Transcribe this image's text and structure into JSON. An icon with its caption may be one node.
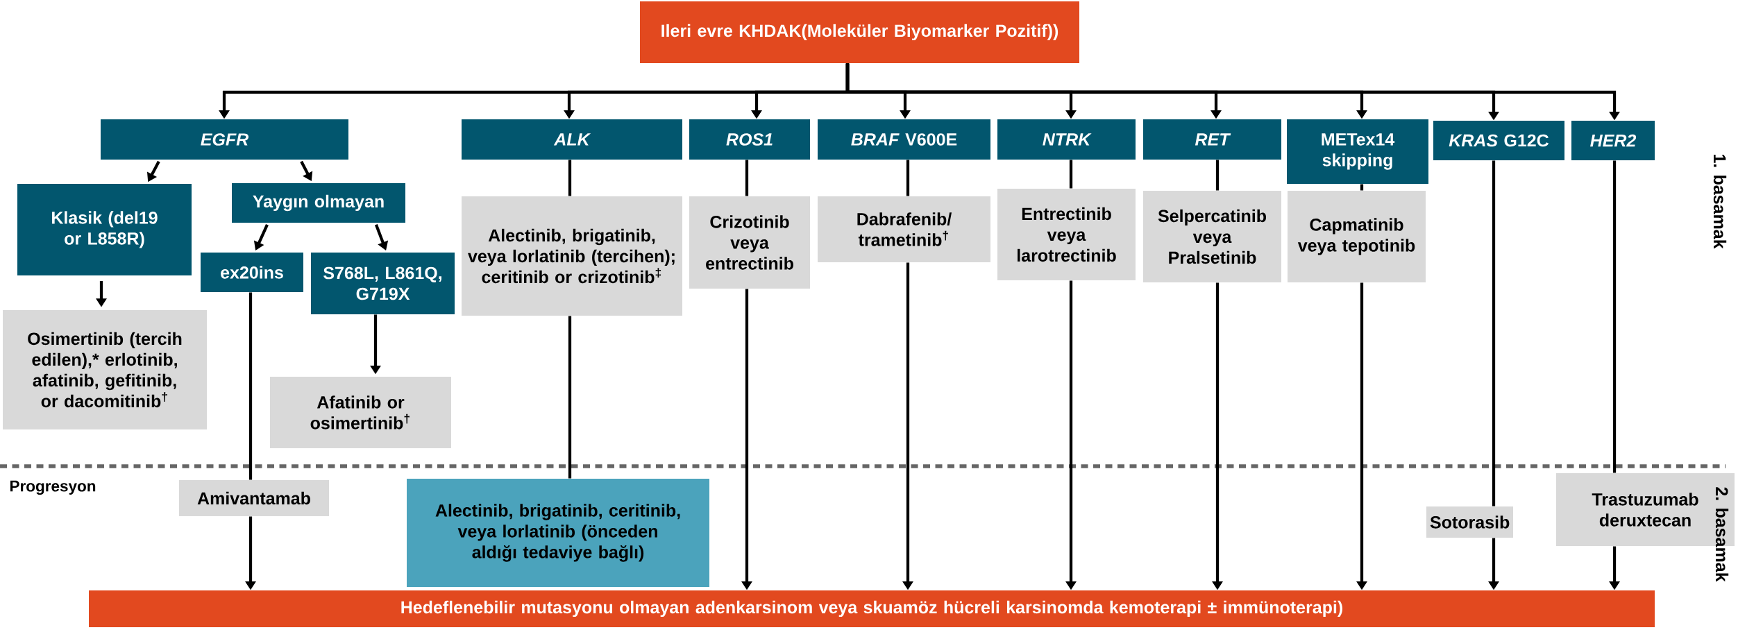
{
  "diagram": {
    "nodes": [
      {
        "text": [
          "Ileri evre KHDAK(Moleküler Biyomarker Pozitif))"
        ]
      },
      {
        "text": [
          "EGFR"
        ]
      },
      {
        "text": [
          "ALK"
        ]
      },
      {
        "text": [
          "ROS1"
        ]
      },
      {
        "text": [
          "*BRAF* V600E"
        ]
      },
      {
        "text": [
          "NTRK"
        ]
      },
      {
        "text": [
          "RET"
        ]
      },
      {
        "text": [
          "METex14 skipping"
        ]
      },
      {
        "text": [
          "*KRAS* G12C"
        ]
      },
      {
        "text": [
          "HER2"
        ]
      },
      {
        "text": [
          "Klasik (del19 or L858R)"
        ]
      },
      {
        "text": [
          "Yaygın olmayan"
        ]
      },
      {
        "text": [
          "ex20ins"
        ]
      },
      {
        "text": [
          "S768L, L861Q, G719X"
        ]
      },
      {
        "text": [
          "Osimertinib (tercih edilen),* erlotinib, afatinib, gefitinib, or dacomitinib$^{†}$"
        ]
      },
      {
        "text": [
          "Afatinib or osimertinib$^{†}$"
        ]
      },
      {
        "text": [
          "Alectinib, brigatinib, veya lorlatinib (tercihen); ceritinib or crizotinib$^{‡}$"
        ]
      },
      {
        "text": [
          "Crizotinib veya entrectinib"
        ]
      },
      {
        "text": [
          "Dabrafenib/ trametinib$^{†}$"
        ]
      },
      {
        "text": [
          "Entrectinib veya larotrectinib"
        ]
      },
      {
        "text": [
          "Selpercatinib veya Pralsetinib"
        ]
      },
      {
        "text": [
          "Capmatinib veya tepotinib"
        ]
      },
      {
        "text": [
          "Amivantamab"
        ]
      },
      {
        "text": [
          "Alectinib, brigatinib, ceritinib, veya lorlatinib (önceden aldığı tedaviye bağlı)"
        ]
      },
      {
        "text": [
          "Sotorasib"
        ]
      },
      {
        "text": [
          "Trastuzumab deruxtecan"
        ]
      },
      {
        "text": [
          "Hedeflenebilir mutasyonu olmayan adenkarsinom veya skuamöz hücreli karsinomda kemoterapi ± immünoterapi)"
        ]
      }
    ],
    "edges": [
      {
        "from": 0,
        "to": 1,
        "arrow": "to"
      },
      {
        "from": 0,
        "to": 2,
        "arrow": "to"
      },
      {
        "from": 0,
        "to": 3,
        "arrow": "to"
      },
      {
        "from": 0,
        "to": 4,
        "arrow": "to"
      },
      {
        "from": 0,
        "to": 5,
        "arrow": "to"
      },
      {
        "from": 0,
        "to": 6,
        "arrow": "to"
      },
      {
        "from": 0,
        "to": 7,
        "arrow": "to"
      },
      {
        "from": 0,
        "to": 8,
        "arrow": "to"
      },
      {
        "from": 0,
        "to": 9,
        "arrow": "to"
      },
      {
        "from": 1,
        "to": 10,
        "arrow": "to"
      },
      {
        "from": 1,
        "to": 11,
        "arrow": "to"
      },
      {
        "from": 11,
        "to": 12,
        "arrow": "to"
      },
      {
        "from": 11,
        "to": 13,
        "arrow": "to"
      },
      {
        "from": 10,
        "to": 14,
        "arrow": "to"
      },
      {
        "from": 13,
        "to": 15,
        "arrow": "to"
      },
      {
        "from": 2,
        "to": 16,
        "arrow": "none"
      },
      {
        "from": 16,
        "to": 23,
        "arrow": "none"
      },
      {
        "from": 3,
        "to": 17,
        "arrow": "none"
      },
      {
        "from": 17,
        "to": 26,
        "arrow": "to"
      },
      {
        "from": 12,
        "to": 22,
        "arrow": "none"
      },
      {
        "from": 22,
        "to": 26,
        "arrow": "to"
      },
      {
        "from": 4,
        "to": 18,
        "arrow": "none"
      },
      {
        "from": 18,
        "to": 26,
        "arrow": "to"
      },
      {
        "from": 5,
        "to": 19,
        "arrow": "none"
      },
      {
        "from": 19,
        "to": 26,
        "arrow": "to"
      },
      {
        "from": 6,
        "to": 20,
        "arrow": "none"
      },
      {
        "from": 20,
        "to": 26,
        "arrow": "to"
      },
      {
        "from": 7,
        "to": 21,
        "arrow": "none"
      },
      {
        "from": 21,
        "to": 26,
        "arrow": "to"
      },
      {
        "from": 8,
        "to": 24,
        "arrow": "none"
      },
      {
        "from": 24,
        "to": 26,
        "arrow": "to"
      },
      {
        "from": 9,
        "to": 25,
        "arrow": "none"
      },
      {
        "from": 25,
        "to": 26,
        "arrow": "to"
      }
    ],
    "labels": [
      "1. basamak",
      "Progresyon",
      "2. basamak"
    ]
  }
}
